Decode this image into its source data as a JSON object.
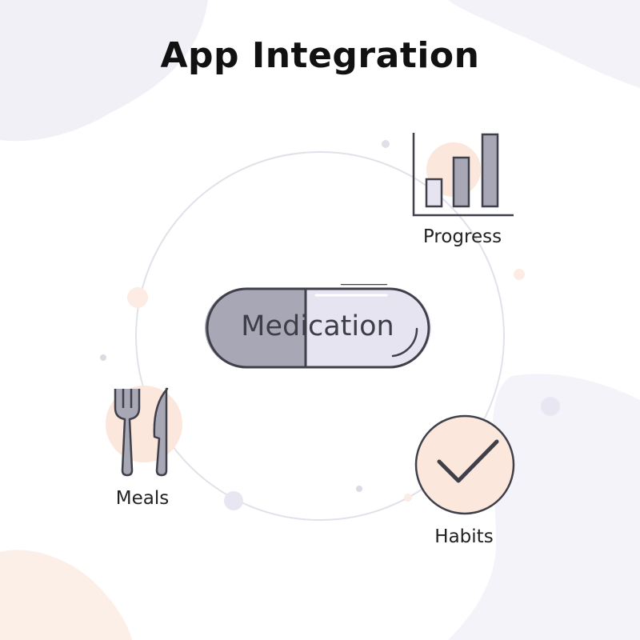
{
  "title": "App Integration",
  "center": {
    "label": "Medication"
  },
  "nodes": [
    {
      "id": "progress",
      "label": "Progress",
      "icon": "bar-chart-icon"
    },
    {
      "id": "meals",
      "label": "Meals",
      "icon": "fork-knife-icon"
    },
    {
      "id": "habits",
      "label": "Habits",
      "icon": "checkmark-circle-icon"
    }
  ],
  "colors": {
    "stroke": "#3f404a",
    "fill_gray": "#a8a7b5",
    "fill_light": "#e6e4f0",
    "accent_peach": "#fbe7dc",
    "ring": "#e2e1ea"
  }
}
